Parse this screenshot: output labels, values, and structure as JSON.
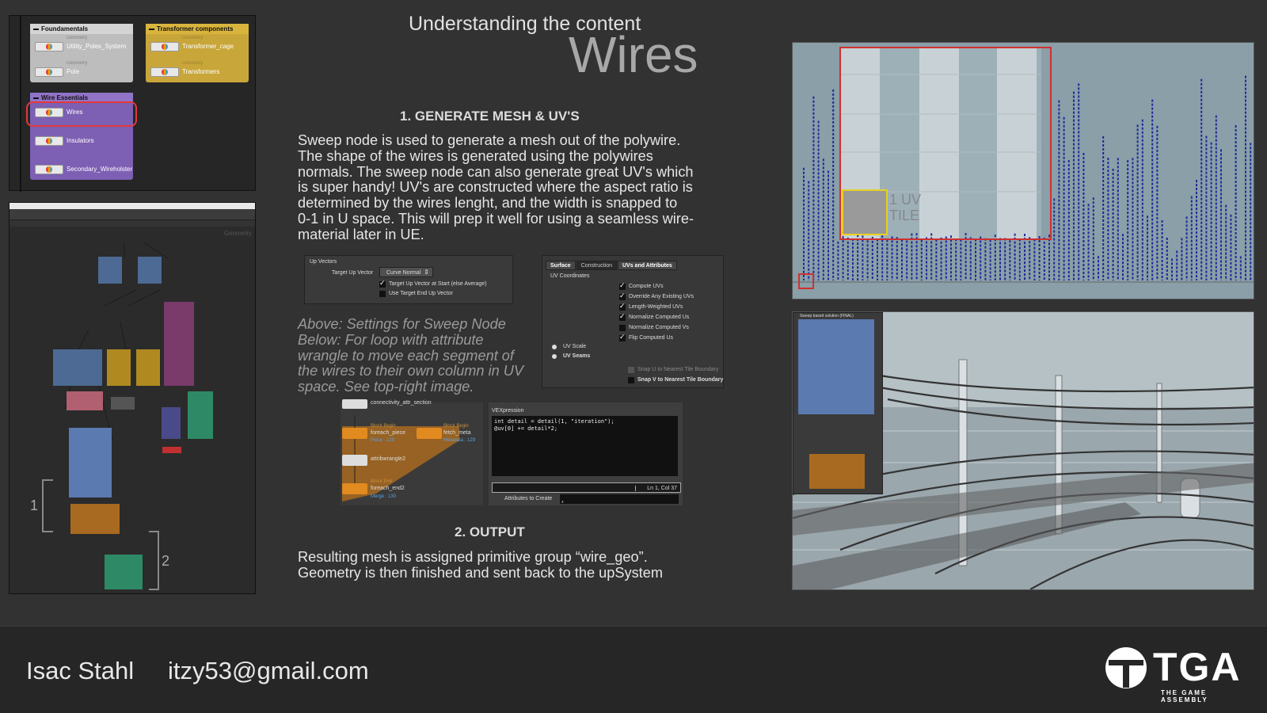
{
  "header": {
    "subtitle": "Understanding the content",
    "title": "Wires"
  },
  "section1": {
    "heading": "1. GENERATE MESH & UV'S",
    "body": "Sweep node is used to generate a mesh out of the polywire. The shape of the wires is generated using the polywires normals. The sweep node can also generate great UV's which is super handy! UV's are constructed where the aspect ratio is determined by the wires lenght, and the width is snapped to 0-1 in U space. This will prep it well for using a seamless wire-material later in UE.",
    "caption": "Above: Settings for Sweep Node Below: For loop with attribute wrangle to move each segment of the wires to their own column in UV space. See top-right image."
  },
  "section2": {
    "heading": "2. OUTPUT",
    "body": "Resulting mesh is assigned primitive group “wire_geo”. Geometry is then finished and sent back to the upSystem"
  },
  "footer": {
    "author": "Isac Stahl",
    "email": "itzy53@gmail.com",
    "logo_word": "TGA",
    "logo_sub": "THE GAME ASSEMBLY"
  },
  "network": {
    "groups": [
      {
        "name": "Foundamentals",
        "color": "#bdbdbd",
        "nodes": [
          {
            "sub": "Geometry",
            "label": "Utility_Poles_System"
          },
          {
            "sub": "Geometry",
            "label": "Pole"
          }
        ]
      },
      {
        "name": "Transformer components",
        "color": "#c9a63a",
        "nodes": [
          {
            "sub": "Geometry",
            "label": "Transformer_cage"
          },
          {
            "sub": "Geometry",
            "label": "Transformers"
          }
        ]
      },
      {
        "name": "Wire Essentials",
        "color": "#7d5fb3",
        "nodes": [
          {
            "sub": "Geometry",
            "label": "Wires"
          },
          {
            "sub": "Geometry",
            "label": "Insulators"
          },
          {
            "sub": "Geometry",
            "label": "Secondary_Wireholster"
          }
        ]
      }
    ],
    "bracket1": "1",
    "bracket2": "2",
    "context_label": "Geometry"
  },
  "upvectors_panel": {
    "title": "Up Vectors",
    "target_label": "Target Up Vector",
    "target_value": "Curve Normal",
    "options": [
      {
        "label": "Target Up Vector at Start (else Average)",
        "checked": true
      },
      {
        "label": "Use Target End Up Vector",
        "checked": false
      }
    ]
  },
  "uv_panel": {
    "tabs": [
      "Surface",
      "Construction",
      "UVs and Attributes"
    ],
    "active_tab": "UVs and Attributes",
    "section": "UV Coordinates",
    "options": [
      {
        "label": "Compute UVs",
        "checked": true
      },
      {
        "label": "Override Any Existing UVs",
        "checked": true
      },
      {
        "label": "Length-Weighted UVs",
        "checked": true
      },
      {
        "label": "Normalize Computed Us",
        "checked": true
      },
      {
        "label": "Normalize Computed Vs",
        "checked": false
      },
      {
        "label": "Flip Computed Us",
        "checked": true
      }
    ],
    "uv_scale": "UV Scale",
    "uv_seams": "UV Seams",
    "snap_u": "Snap U to Nearest Tile Boundary",
    "snap_v": "Snap V to Nearest Tile Boundary"
  },
  "vex": {
    "nodes": [
      {
        "label": "connectivity_attr_section"
      },
      {
        "sub": "Block Begin",
        "label": "foreach_piece",
        "meta": "Piece : 129"
      },
      {
        "sub": "Block Begin",
        "label": "fetch_meta",
        "meta": "Metadata : 129"
      },
      {
        "label": "attribwrangle2"
      },
      {
        "sub": "Block End",
        "label": "foreach_end2",
        "meta": "Merge : 130"
      }
    ],
    "panel_label": "VEXpression",
    "code_line1": "int detail = detail(1, \"iteration\");",
    "code_line2": "@uv[0] += detail*2;",
    "status": "Ln 1, Col 37",
    "attr_label": "Attributes to Create",
    "attr_value": "*"
  },
  "uv_viewport": {
    "tile_label_1": "1 UV",
    "tile_label_2": "TILE"
  },
  "scene_viewport": {
    "graph_title": "Sweep based solution (FINAL)"
  }
}
